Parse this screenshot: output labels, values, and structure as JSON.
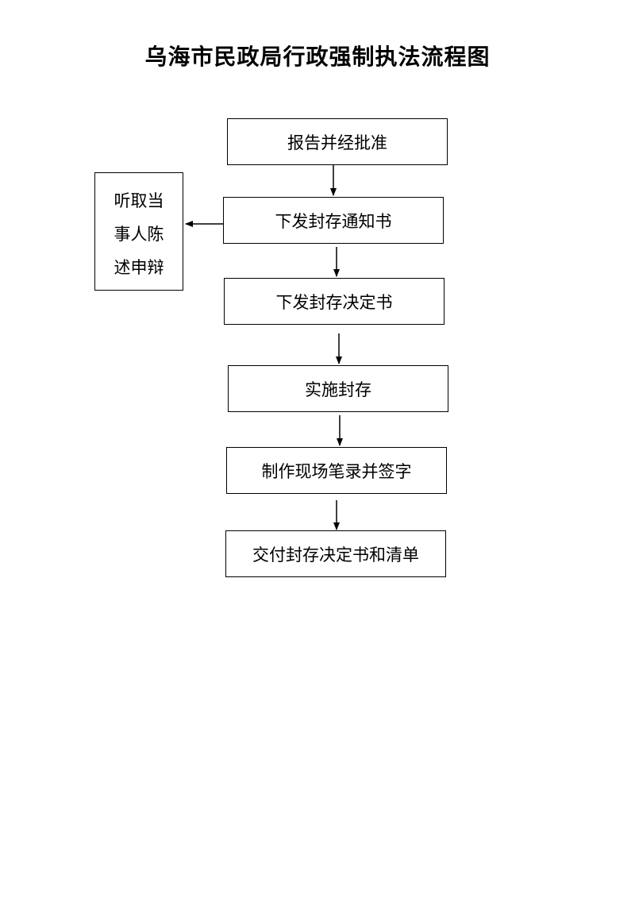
{
  "title": "乌海市民政局行政强制执法流程图",
  "steps": [
    "报告并经批准",
    "下发封存通知书",
    "下发封存决定书",
    "实施封存",
    "制作现场笔录并签字",
    "交付封存决定书和清单"
  ],
  "side_note": {
    "lines": [
      "听取当",
      "事人陈",
      "述申辩"
    ]
  }
}
